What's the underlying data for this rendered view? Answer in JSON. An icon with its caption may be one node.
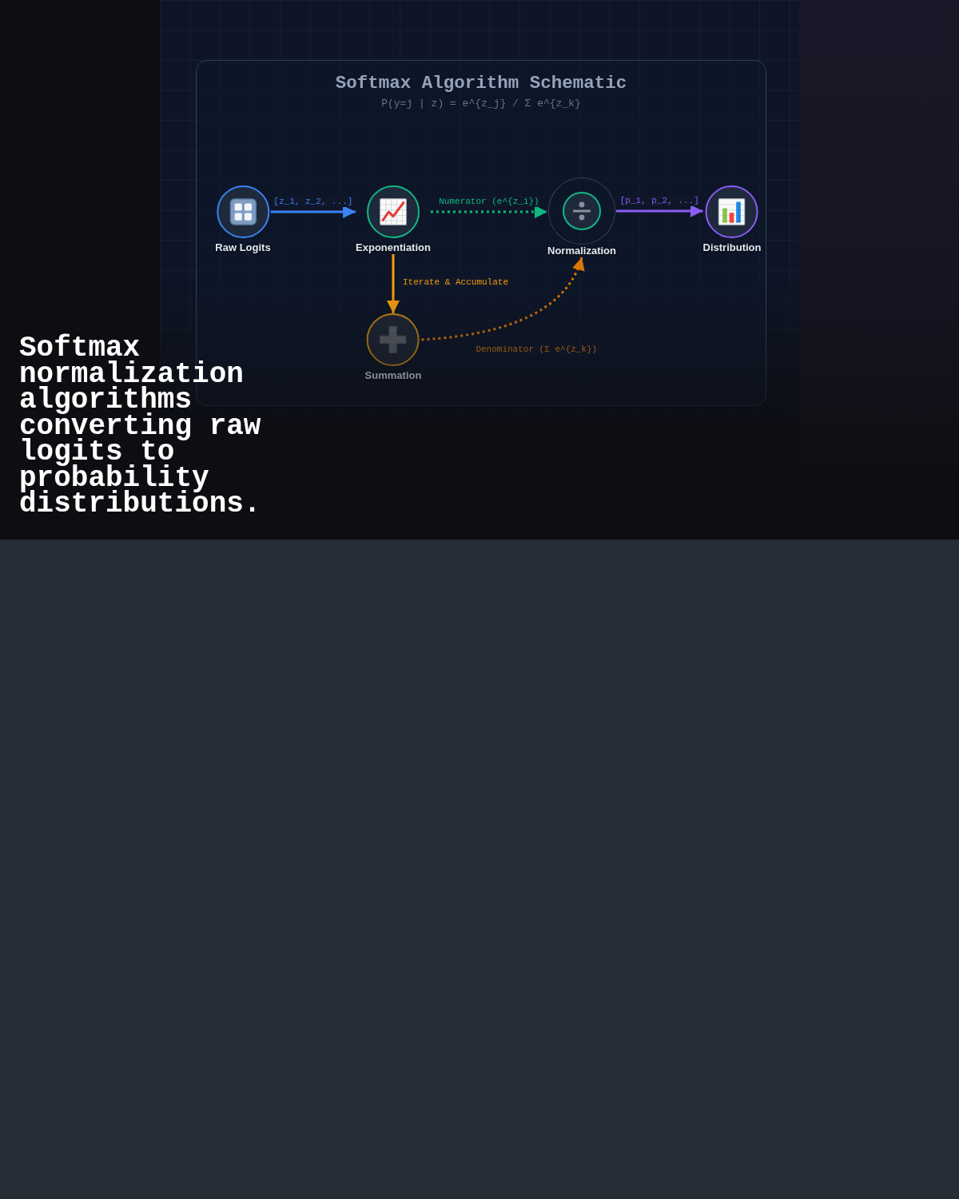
{
  "diagram": {
    "title": "Softmax Algorithm Schematic",
    "caption": "Softmax normalization algorithms converting raw logits to probability distributions.",
    "nodes": [
      {
        "text": [
          "Raw Logits"
        ]
      },
      {
        "text": [
          "Exponentiation"
        ]
      },
      {
        "text": [
          "Normalization"
        ]
      },
      {
        "text": [
          "Distribution"
        ]
      },
      {
        "text": [
          "Summation"
        ]
      }
    ],
    "edges": [
      {
        "from": 0,
        "to": 1,
        "arrow": "to",
        "label": "[z_1, z_2, ...]",
        "color": "#3b82f6"
      },
      {
        "from": 1,
        "to": 2,
        "arrow": "to",
        "label": "Numerator (e^{z_i})",
        "style": "dashed",
        "color": "#10b981"
      },
      {
        "from": 2,
        "to": 3,
        "arrow": "to",
        "label": "[p_1, p_2, ...]",
        "color": "#8b5cf6"
      },
      {
        "from": 1,
        "to": 4,
        "arrow": "to",
        "label": "Iterate & Accumulate",
        "color": "#f59e0b"
      },
      {
        "from": 4,
        "to": 2,
        "arrow": "to",
        "label": "Denominator (Σ e^{z_k})",
        "style": "dashed",
        "color": "#d97706"
      }
    ],
    "labels": [
      "P(y=j | z) = e^{z_j} / Σ e^{z_k}"
    ]
  }
}
